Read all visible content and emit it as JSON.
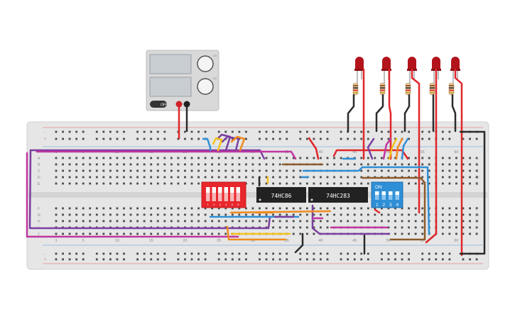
{
  "breadboard": {
    "column_numbers_top": [
      "1",
      "5",
      "10",
      "15",
      "20",
      "25",
      "30",
      "35",
      "40",
      "45",
      "50",
      "55",
      "60"
    ],
    "column_numbers_bottom": [
      "1",
      "5",
      "10",
      "15",
      "20",
      "25",
      "30",
      "35",
      "40",
      "45",
      "50",
      "55",
      "60"
    ],
    "row_letters_top": [
      "A",
      "B",
      "C",
      "D",
      "E"
    ],
    "row_letters_bottom": [
      "F",
      "G",
      "H",
      "I",
      "J"
    ],
    "rail_plus": "+",
    "rail_minus": "-"
  },
  "power_supply": {
    "knob_labels": [
      "CV",
      "CC"
    ],
    "switch_label": "OFF",
    "colors": {
      "body": "#d9d9d9",
      "screen": "#c8cdd2",
      "switch": "#333333"
    }
  },
  "chips": {
    "xor_label": "74HC86",
    "adder_label": "74HC283"
  },
  "dip_switch_red": {
    "positions": [
      "1",
      "2",
      "3",
      "4",
      "5",
      "6"
    ],
    "color": "#e8262b"
  },
  "dip_switch_blue": {
    "on_label": "ON",
    "positions": [
      "1",
      "2",
      "3",
      "4"
    ],
    "color": "#2f8fd6"
  },
  "leds": {
    "count": 5,
    "color": "#b3141b"
  },
  "wire_colors": {
    "red": "#e0262a",
    "black": "#2b2b2b",
    "purple": "#7b3fa0",
    "magenta": "#c0359f",
    "blue": "#2f8fd6",
    "yellow": "#f3c21a",
    "orange": "#ef8b1e",
    "brown": "#8b5a2b"
  }
}
